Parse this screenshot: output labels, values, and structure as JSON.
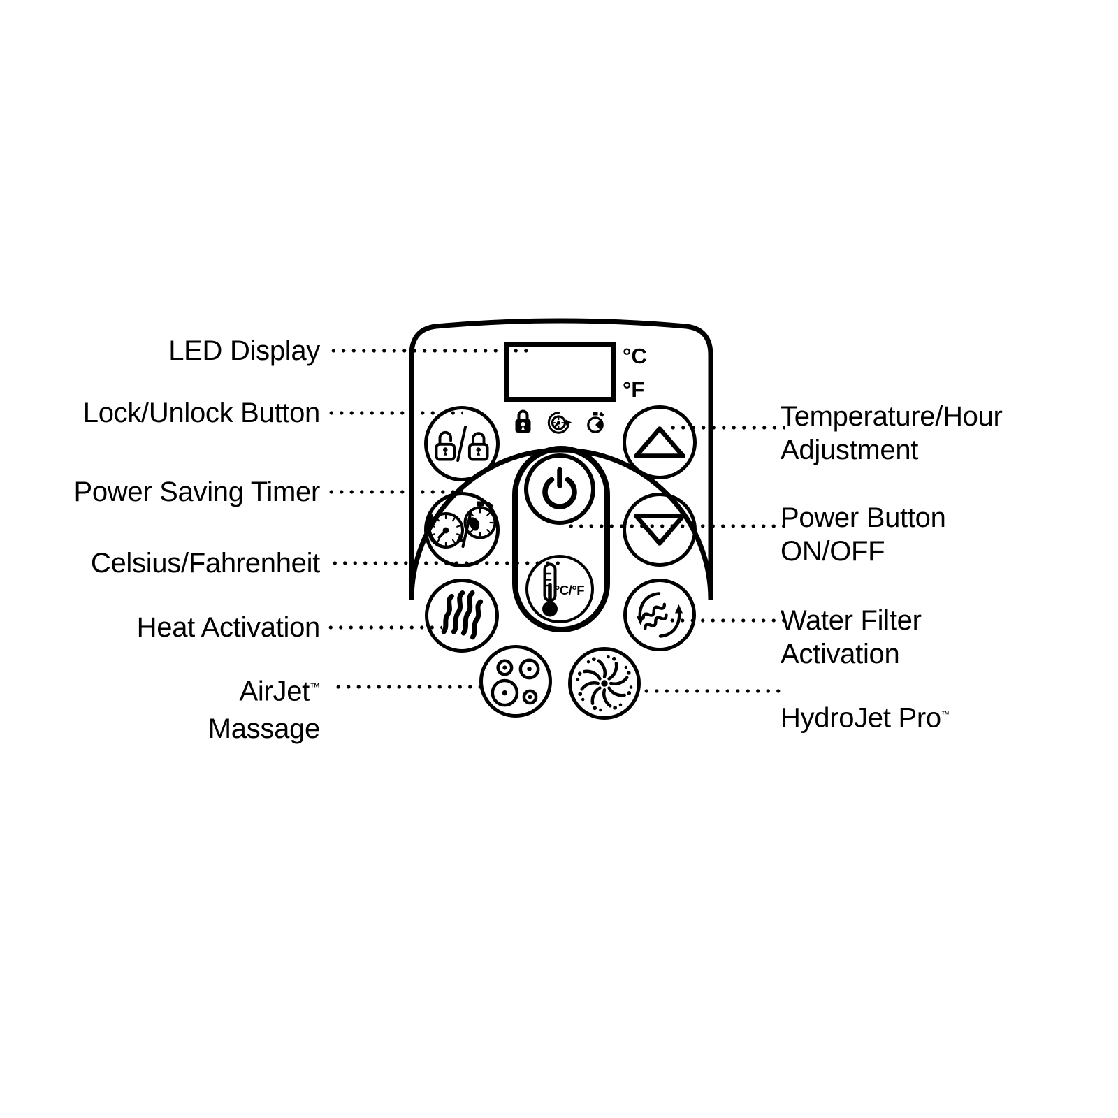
{
  "labels": {
    "led_display": "LED Display",
    "lock_unlock": "Lock/Unlock Button",
    "power_saving_timer": "Power Saving Timer",
    "celsius_fahrenheit": "Celsius/Fahrenheit",
    "heat_activation": "Heat Activation",
    "airjet": "AirJet",
    "airjet_tm": "™",
    "airjet_line2": "Massage",
    "temp_hour_line1": "Temperature/Hour",
    "temp_hour_line2": "Adjustment",
    "power_line1": "Power Button",
    "power_line2": "ON/OFF",
    "water_filter_line1": "Water Filter",
    "water_filter_line2": "Activation",
    "hydrojet": "HydroJet Pro",
    "hydrojet_tm": "™"
  },
  "panel": {
    "celsius": "°C",
    "fahrenheit": "°F",
    "cf_switch": "°C/°F"
  },
  "icons": {
    "lock_unlock": "unlock-slash-lock-icon",
    "status_lock": "padlock-icon",
    "status_power_saving": "clock-cycle-icon",
    "status_timer": "stopwatch-icon",
    "power": "power-symbol-icon",
    "thermometer": "thermometer-icon",
    "temperature_up": "triangle-up-icon",
    "temperature_down": "triangle-down-icon",
    "heat": "heat-waves-icon",
    "water_filter": "water-cycle-icon",
    "airjet": "bubbles-icon",
    "hydrojet": "impeller-icon"
  },
  "colors": {
    "ink": "#000000",
    "background": "#ffffff"
  }
}
